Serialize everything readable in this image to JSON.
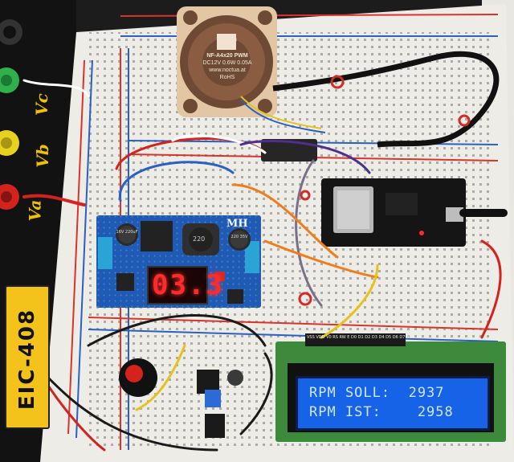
{
  "photo": {
    "panel_label": "EIC-408",
    "rail_labels": {
      "vc": "Vc",
      "vb": "Vb",
      "va": "Va"
    },
    "fan": {
      "brand": "noctua",
      "model": "NF-A4x20 PWM",
      "spec": "DC12V 0.6W 0.05A",
      "site": "www.noctua.at",
      "rohs": "RoHS"
    },
    "buck_converter": {
      "display": "03.3",
      "brand": "MH",
      "coil_label": "220",
      "cap_left": "16V 220uF",
      "cap_right": "220 35V"
    },
    "lcd": {
      "line1": "RPM SOLL:  2937",
      "line2": "RPM IST:    2958",
      "header_pins": "VSS VDD V0 RS RW E D0 D1 D2 D3 D4 D5 D6 D7 A K"
    },
    "colors": {
      "breadboard": "#eeece7",
      "rail_red": "#d8342c",
      "rail_blue": "#2a5fc4",
      "pcb_blue": "#1f5bb5",
      "lcd_green": "#3d8a3c",
      "lcd_backlight": "#1663e8",
      "fan_brown": "#6e4a35",
      "fan_beige": "#e3c7a5"
    }
  }
}
